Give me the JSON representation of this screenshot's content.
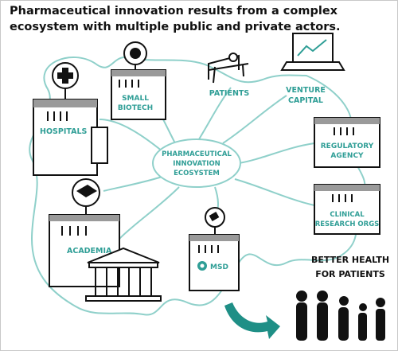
{
  "title": {
    "line1": "Pharmaceutical innovation results from a complex",
    "line2": "ecosystem with multiple public and private actors."
  },
  "hub": {
    "line1": "PHARMACEUTICAL",
    "line2": "INNOVATION",
    "line3": "ECOSYSTEM"
  },
  "actors": {
    "hospitals": "HOSPITALS",
    "small_biotech_line1": "SMALL",
    "small_biotech_line2": "BIOTECH",
    "patients": "PATIENTS",
    "venture_capital_line1": "VENTURE",
    "venture_capital_line2": "CAPITAL",
    "regulatory_line1": "REGULATORY",
    "regulatory_line2": "AGENCY",
    "clinical_line1": "CLINICAL",
    "clinical_line2": "RESEARCH ORGS",
    "academia": "ACADEMIA",
    "msd": "MSD"
  },
  "outcome": {
    "line1": "BETTER HEALTH",
    "line2": "FOR PATIENTS"
  },
  "colors": {
    "teal": "#2f9e96",
    "ink": "#111111",
    "grey_roof": "#9a9a9a"
  }
}
